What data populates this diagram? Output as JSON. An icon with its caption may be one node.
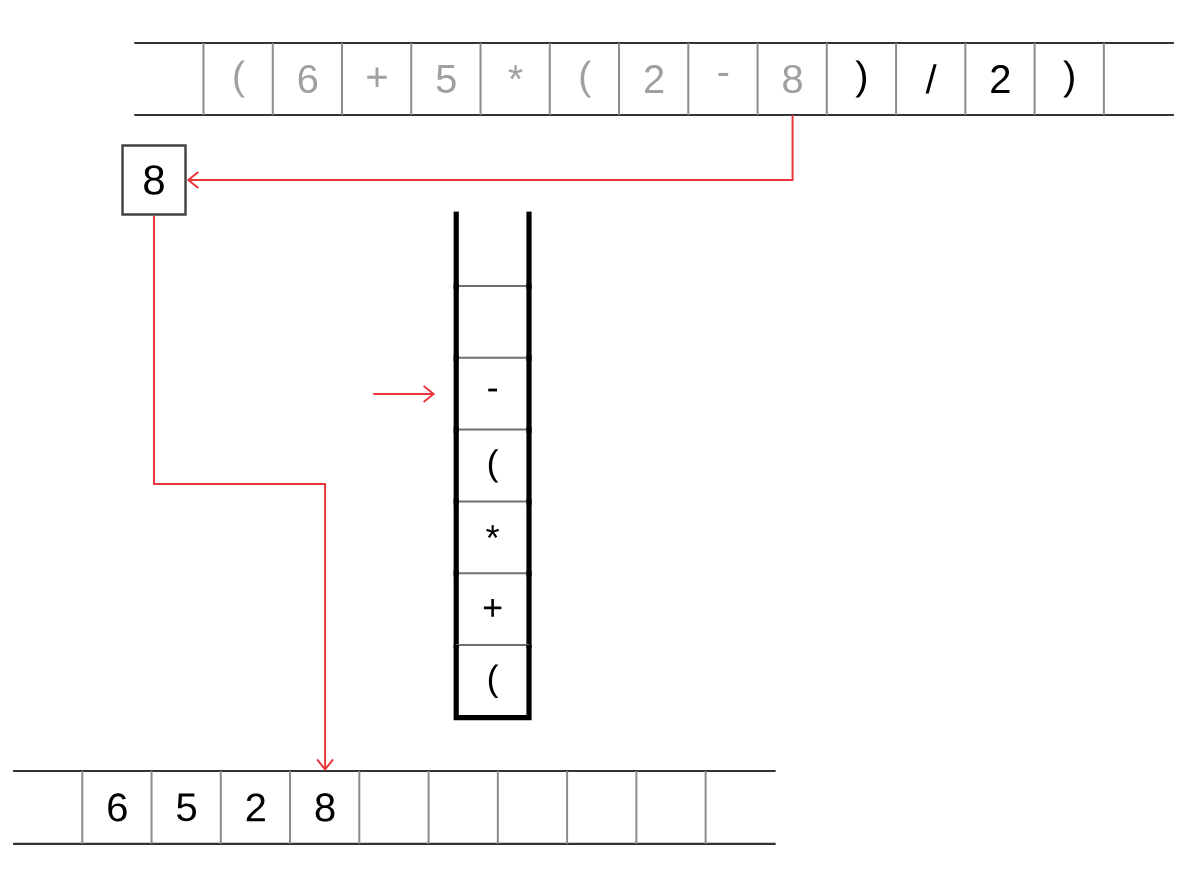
{
  "diagram": {
    "nodes": [
      {
        "text": [],
        "shape": "box"
      },
      {
        "text": [
          "("
        ]
      },
      {
        "text": [
          "6"
        ]
      },
      {
        "text": [
          "+"
        ]
      },
      {
        "text": [
          "5"
        ]
      },
      {
        "text": [
          "*"
        ]
      },
      {
        "text": [
          "("
        ]
      },
      {
        "text": [
          "2"
        ]
      },
      {
        "text": [
          "-"
        ]
      },
      {
        "text": [
          "8"
        ]
      },
      {
        "text": [
          ")"
        ]
      },
      {
        "text": [
          "/"
        ]
      },
      {
        "text": [
          "2"
        ]
      },
      {
        "text": [
          ")"
        ]
      },
      {
        "text": [],
        "shape": "box"
      },
      {
        "text": [
          "8"
        ]
      },
      {
        "text": [],
        "shape": "box"
      },
      {
        "text": [],
        "shape": "box"
      },
      {
        "text": [
          "-"
        ]
      },
      {
        "text": [
          "("
        ]
      },
      {
        "text": [
          "*"
        ]
      },
      {
        "text": [
          "+"
        ]
      },
      {
        "text": [
          "("
        ]
      },
      {
        "text": [],
        "shape": "box"
      },
      {
        "text": [
          "6"
        ]
      },
      {
        "text": [
          "5"
        ]
      },
      {
        "text": [
          "2"
        ]
      },
      {
        "text": [
          "8"
        ]
      },
      {
        "text": [],
        "shape": "box"
      },
      {
        "text": [],
        "shape": "box"
      },
      {
        "text": [],
        "shape": "box"
      },
      {
        "text": [],
        "shape": "box"
      },
      {
        "text": [],
        "shape": "box"
      },
      {
        "text": [],
        "shape": "box"
      }
    ],
    "edges": [
      {
        "from": 9,
        "to": 15,
        "arrow": "to"
      },
      {
        "from": 15,
        "to": 27,
        "arrow": "to"
      },
      {
        "from": null,
        "to": 18,
        "arrow": "to"
      }
    ]
  }
}
